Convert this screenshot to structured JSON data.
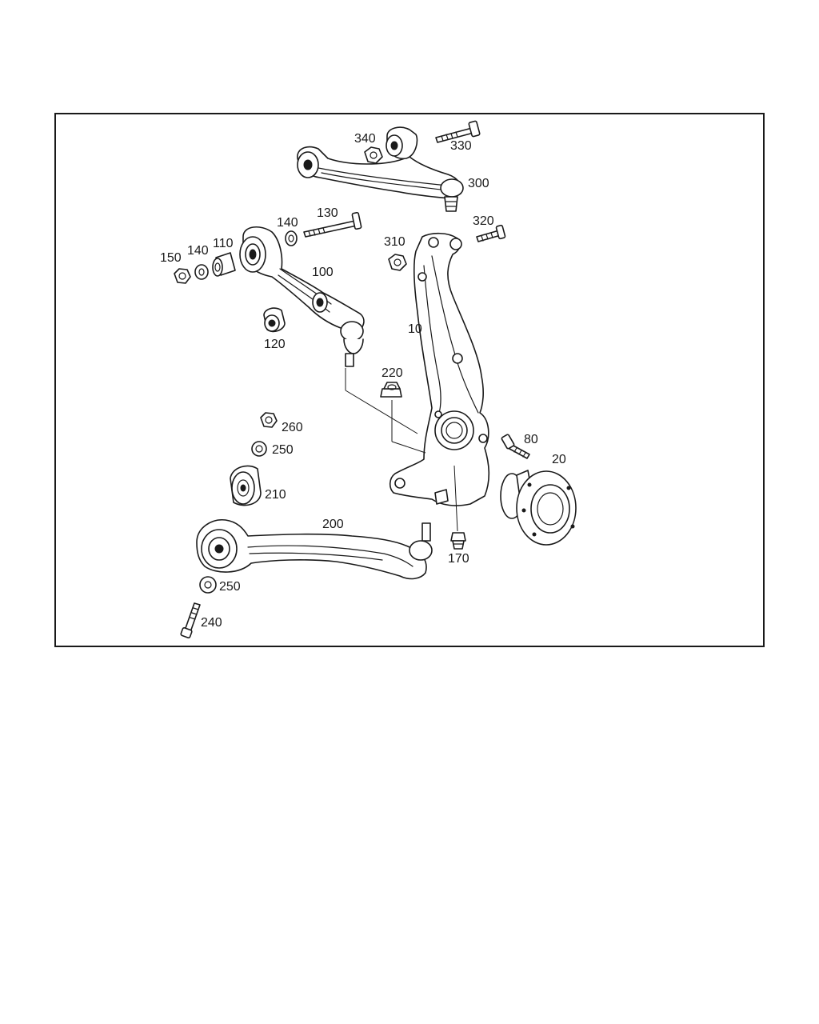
{
  "diagram": {
    "callouts": {
      "c10": "10",
      "c20": "20",
      "c80": "80",
      "c100": "100",
      "c110": "110",
      "c120": "120",
      "c130": "130",
      "c140a": "140",
      "c140b": "140",
      "c150": "150",
      "c170": "170",
      "c200": "200",
      "c210": "210",
      "c220": "220",
      "c240": "240",
      "c250a": "250",
      "c250b": "250",
      "c260": "260",
      "c300": "300",
      "c310": "310",
      "c320": "320",
      "c330": "330",
      "c340": "340"
    }
  }
}
